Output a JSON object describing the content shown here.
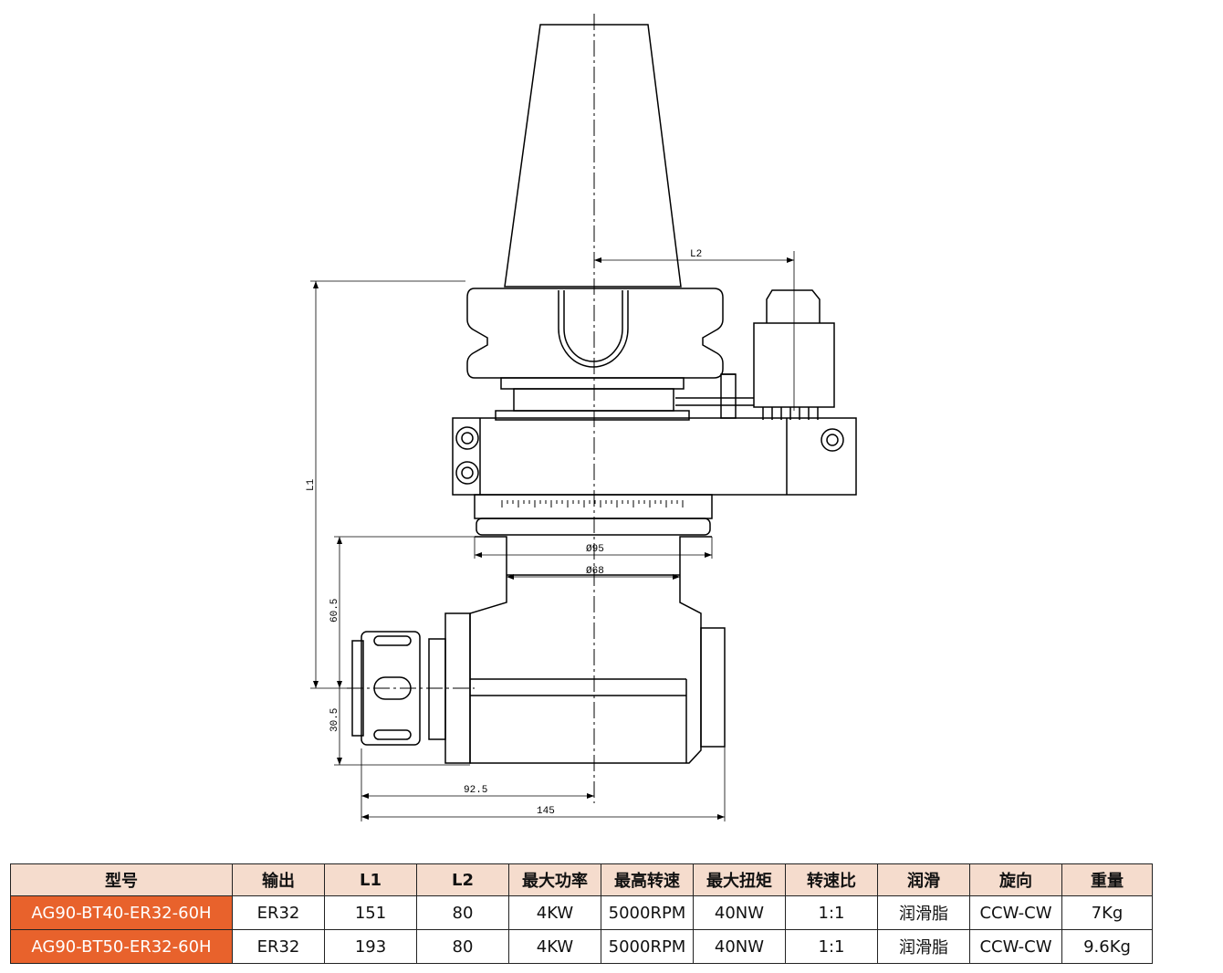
{
  "drawing": {
    "dimensions": {
      "l2": "L2",
      "l1": "L1",
      "d95": "Ø95",
      "d68": "Ø68",
      "v605": "60.5",
      "v305": "30.5",
      "v925": "92.5",
      "v145": "145"
    }
  },
  "table": {
    "headers": [
      "型号",
      "输出",
      "L1",
      "L2",
      "最大功率",
      "最高转速",
      "最大扭矩",
      "转速比",
      "润滑",
      "旋向",
      "重量"
    ],
    "rows": [
      [
        "AG90-BT40-ER32-60H",
        "ER32",
        "151",
        "80",
        "4KW",
        "5000RPM",
        "40NW",
        "1:1",
        "润滑脂",
        "CCW-CW",
        "7Kg"
      ],
      [
        "AG90-BT50-ER32-60H",
        "ER32",
        "193",
        "80",
        "4KW",
        "5000RPM",
        "40NW",
        "1:1",
        "润滑脂",
        "CCW-CW",
        "9.6Kg"
      ]
    ]
  },
  "colors": {
    "header_bg": "#f5dccd",
    "model_bg": "#e8622c",
    "model_text": "#ffffff"
  }
}
